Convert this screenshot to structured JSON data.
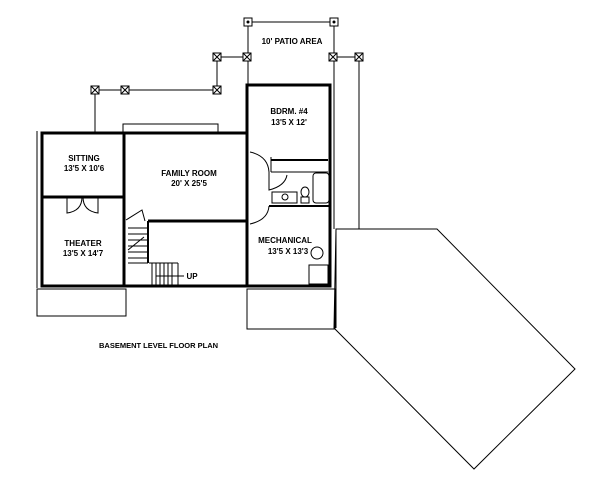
{
  "plan": {
    "title": "BASEMENT LEVEL FLOOR PLAN",
    "patio_label": "10' PATIO AREA",
    "stairs_label": "UP",
    "rooms": [
      {
        "name": "SITTING",
        "size": "13'5 X 10'6"
      },
      {
        "name": "FAMILY ROOM",
        "size": "20' X 25'5"
      },
      {
        "name": "THEATER",
        "size": "13'5 X 14'7"
      },
      {
        "name": "BDRM. #4",
        "size": "13'5 X 12'"
      },
      {
        "name": "MECHANICAL",
        "size": "13'5 X 13'3"
      }
    ]
  }
}
